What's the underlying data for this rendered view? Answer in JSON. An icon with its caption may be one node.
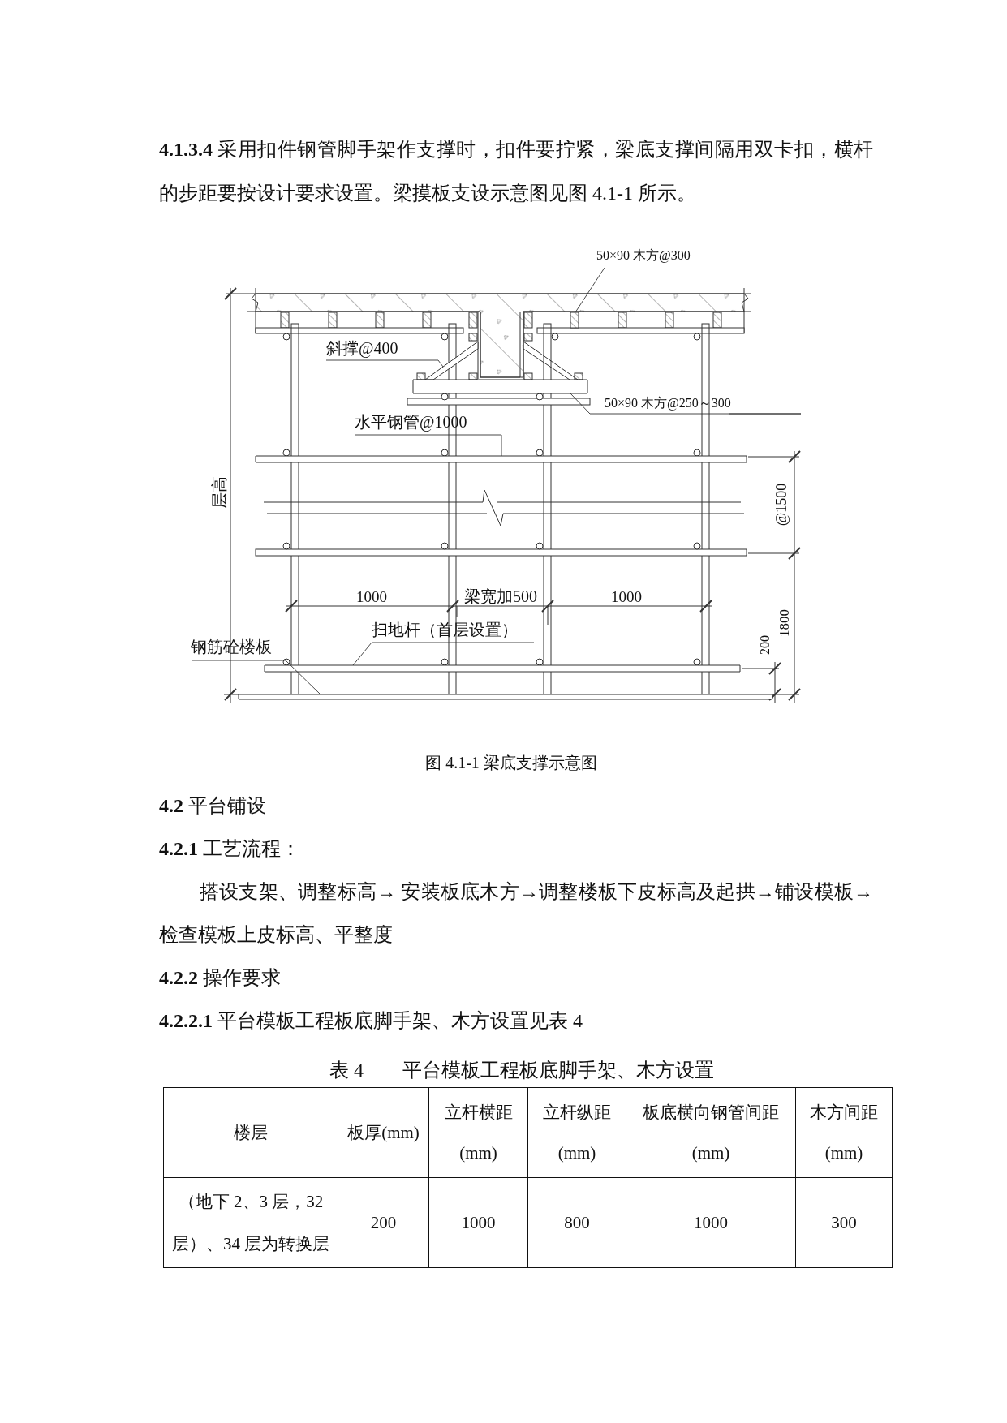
{
  "diagram": {
    "caption": "图 4.1-1 梁底支撑示意图",
    "nodes": [
      {
        "text": [
          "50×90 木方@300"
        ]
      },
      {
        "text": [
          "斜撑@400"
        ]
      },
      {
        "text": [
          "50×90 木方@250～300"
        ]
      },
      {
        "text": [
          "水平钢管@1000"
        ]
      },
      {
        "text": [
          "扫地杆（首层设置）"
        ]
      },
      {
        "text": [
          "钢筋砼楼板"
        ]
      },
      {
        "text": [],
        "shape": "box"
      },
      {
        "text": [],
        "shape": "bar"
      },
      {
        "text": [],
        "shape": "bar"
      },
      {
        "text": [],
        "shape": "bar"
      },
      {
        "text": [],
        "shape": "bar"
      },
      {
        "text": [],
        "shape": "bar"
      }
    ],
    "edges": [
      {
        "from": 0,
        "to": 6,
        "arrow": "none"
      },
      {
        "from": 1,
        "to": 7,
        "arrow": "none"
      },
      {
        "from": 2,
        "to": 8,
        "arrow": "none"
      },
      {
        "from": 3,
        "to": 9,
        "arrow": "none"
      },
      {
        "from": 4,
        "to": 10,
        "arrow": "none"
      },
      {
        "from": 5,
        "to": 11,
        "arrow": "none"
      }
    ],
    "labels": [
      "**4.1.3.4** 采用扣件钢管脚手架作支撑时，扣件要拧紧，梁底支撑间隔用双卡扣，横杆的步距要按设计要求设置。梁摸板支设示意图见图 4.1-1 所示。",
      "层高",
      "1000",
      "梁宽加500",
      "1000",
      "@1500",
      "1800",
      "200",
      "**4.2** 平台铺设",
      "**4.2.1** 工艺流程：",
      "搭设支架、调整标高→ 安装板底木方→调整楼板下皮标高及起拱→铺设模板→检查模板上皮标高、平整度",
      "**4.2.2** 操作要求",
      "**4.2.2.1** 平台模板工程板底脚手架、木方设置见表 4",
      "表 4　　平台模板工程板底脚手架、木方设置",
      "楼层",
      "板厚(mm)",
      "立杆横距 (mm)",
      "立杆纵距 (mm)",
      "板底横向钢管间距 (mm)",
      "木方间距 (mm)",
      "（地下 2、3 层，32 层）、34 层为转换层",
      "200",
      "1000",
      "800",
      "1000",
      "300"
    ]
  }
}
